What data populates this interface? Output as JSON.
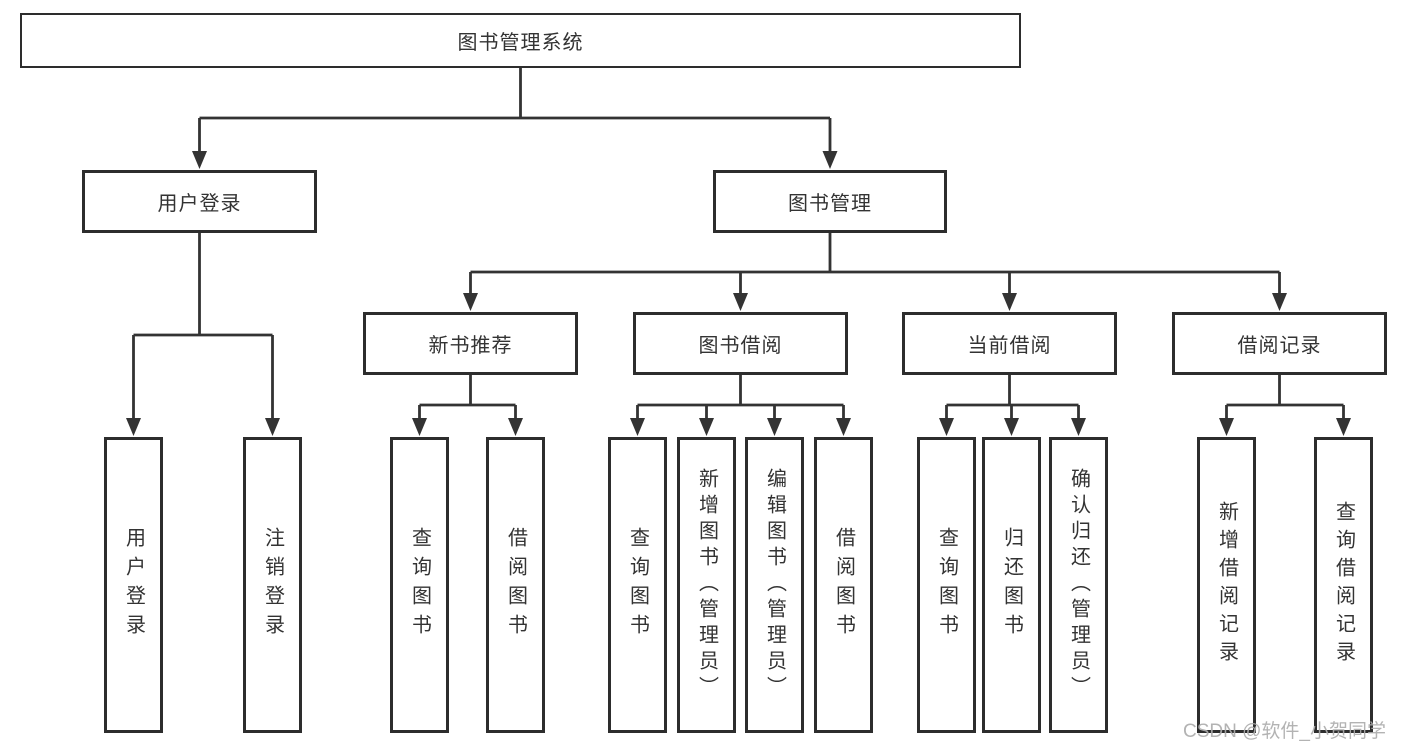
{
  "diagram": {
    "root": {
      "label": "图书管理系统"
    },
    "branches": {
      "user_login": {
        "label": "用户登录",
        "children": [
          {
            "label": "用户登录"
          },
          {
            "label": "注销登录"
          }
        ]
      },
      "book_management": {
        "label": "图书管理",
        "children": [
          {
            "label": "新书推荐",
            "children": [
              {
                "label": "查询图书"
              },
              {
                "label": "借阅图书"
              }
            ]
          },
          {
            "label": "图书借阅",
            "children": [
              {
                "label": "查询图书"
              },
              {
                "label": "新增图书（管理员）"
              },
              {
                "label": "编辑图书（管理员）"
              },
              {
                "label": "借阅图书"
              }
            ]
          },
          {
            "label": "当前借阅",
            "children": [
              {
                "label": "查询图书"
              },
              {
                "label": "归还图书"
              },
              {
                "label": "确认归还（管理员）"
              }
            ]
          },
          {
            "label": "借阅记录",
            "children": [
              {
                "label": "新增借阅记录"
              },
              {
                "label": "查询借阅记录"
              }
            ]
          }
        ]
      }
    },
    "watermark": "CSDN @软件_小贺同学",
    "colors": {
      "line": "#333333",
      "border": "#2d2d2d",
      "text": "#333333",
      "watermark": "#adadad",
      "background": "#ffffff"
    }
  }
}
